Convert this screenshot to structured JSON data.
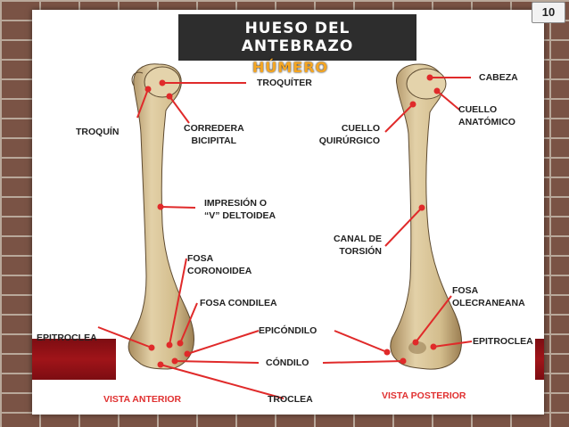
{
  "page_number": "10",
  "title": {
    "line1": "HUESO DEL",
    "line2": "ANTEBRAZO",
    "subtitle": "HÚMERO"
  },
  "labels": {
    "troquiter": "TROQUÍTER",
    "cabeza": "CABEZA",
    "cuello_anatomico_1": "CUELLO",
    "cuello_anatomico_2": "ANATÓMICO",
    "troquin": "TROQUÍN",
    "corredera_1": "CORREDERA",
    "corredera_2": "BICIPITAL",
    "cuello_quirurgico_1": "CUELLO",
    "cuello_quirurgico_2": "QUIRÚRGICO",
    "impresion_1": "IMPRESIÓN O",
    "impresion_2": "“V” DELTOIDEA",
    "canal_1": "CANAL DE",
    "canal_2": "TORSIÓN",
    "fosa_coronoidea_1": "FOSA",
    "fosa_coronoidea_2": "CORONOIDEA",
    "fosa_olecraneana_1": "FOSA",
    "fosa_olecraneana_2": "OLECRANEANA",
    "fosa_condilea": "FOSA CONDILEA",
    "epicondilo": "EPICÓNDILO",
    "epitroclea_left": "EPITROCLEA",
    "epitroclea_right": "EPITROCLEA",
    "condilo": "CÓNDILO",
    "troclea": "TROCLEA",
    "vista_anterior": "VISTA ANTERIOR",
    "vista_posterior": "VISTA POSTERIOR"
  },
  "colors": {
    "accent_red": "#e03030",
    "leader_red": "#e02a2a",
    "subtitle_orange": "#f5a623",
    "bone": "#d6c296"
  }
}
